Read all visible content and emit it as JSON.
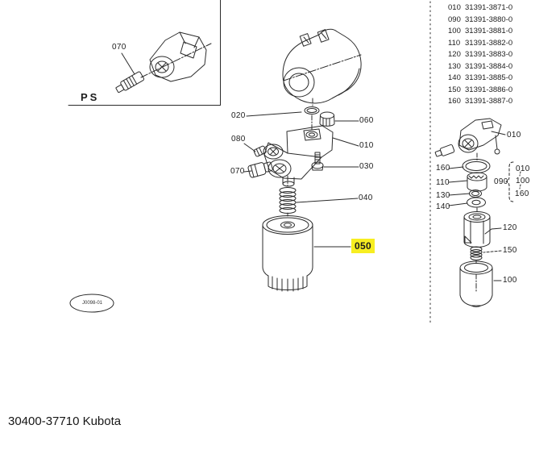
{
  "doc": {
    "footer_title": "30400-37710 Kubota",
    "stamp_text": "J0098-01",
    "section_label": "PS"
  },
  "highlight": {
    "color": "#f7ee21",
    "css": "background:#f7ee21",
    "selected_ref": "050"
  },
  "part_list": {
    "rows": [
      {
        "ref": "010",
        "part_number": "31391-3871-0"
      },
      {
        "ref": "090",
        "part_number": "31391-3880-0"
      },
      {
        "ref": "100",
        "part_number": "31391-3881-0"
      },
      {
        "ref": "110",
        "part_number": "31391-3882-0"
      },
      {
        "ref": "120",
        "part_number": "31391-3883-0"
      },
      {
        "ref": "130",
        "part_number": "31391-3884-0"
      },
      {
        "ref": "140",
        "part_number": "31391-3885-0"
      },
      {
        "ref": "150",
        "part_number": "31391-3886-0"
      },
      {
        "ref": "160",
        "part_number": "31391-3887-0"
      }
    ]
  },
  "inset": {
    "callout_070": "070"
  },
  "main_diagram": {
    "callouts": {
      "c020": "020",
      "c060": "060",
      "c080": "080",
      "c010": "010",
      "c070": "070",
      "c030": "030",
      "c040": "040",
      "c050": "050"
    }
  },
  "right_diagram": {
    "callouts": {
      "c010": "010",
      "c160": "160",
      "c110": "110",
      "c130": "130",
      "c140": "140",
      "c120": "120",
      "c150": "150",
      "c100": "100"
    },
    "kit": {
      "ref": "090",
      "includes": [
        "010",
        "100",
        "160"
      ]
    }
  }
}
